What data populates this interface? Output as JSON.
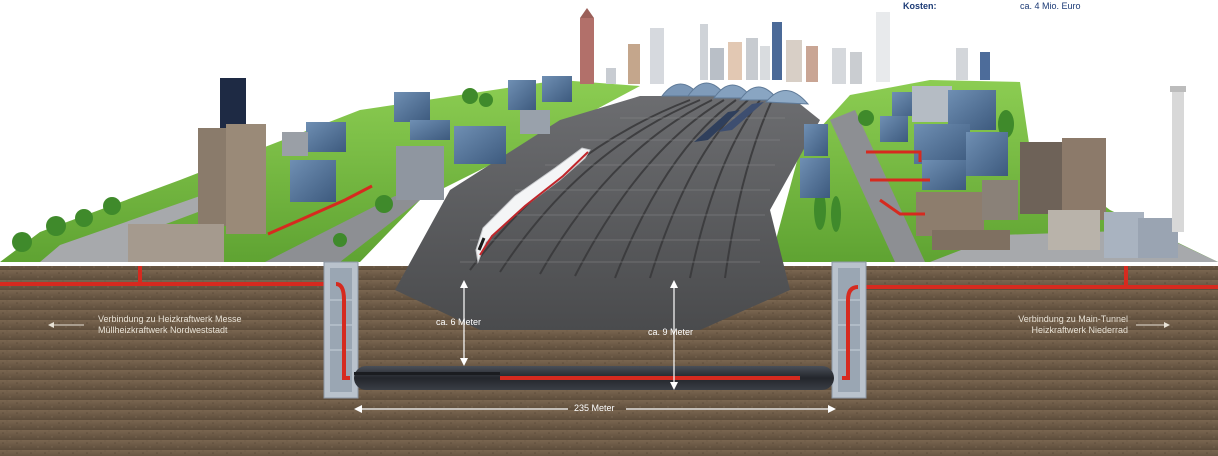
{
  "costs": {
    "label": "Kosten:",
    "value": "ca. 4 Mio. Euro"
  },
  "connections": {
    "left_line1": "Verbindung zu Heizkraftwerk Messe",
    "left_line2": "Müllheizkraftwerk Nordweststadt",
    "right_line1": "Verbindung zu Main-Tunnel",
    "right_line2": "Heizkraftwerk Niederrad"
  },
  "measurements": {
    "depth_left": "ca. 6 Meter",
    "depth_right": "ca. 9 Meter",
    "tunnel_length": "235 Meter"
  },
  "colors": {
    "sky": "#ffffff",
    "soil": "#6b5a46",
    "grass": "#7cc142",
    "gravel": "#58595b",
    "pipe_red": "#d62a1f",
    "tunnel": "#2c2f36",
    "shaft": "#b9c2cc",
    "accent_blue": "#1b3a75"
  }
}
